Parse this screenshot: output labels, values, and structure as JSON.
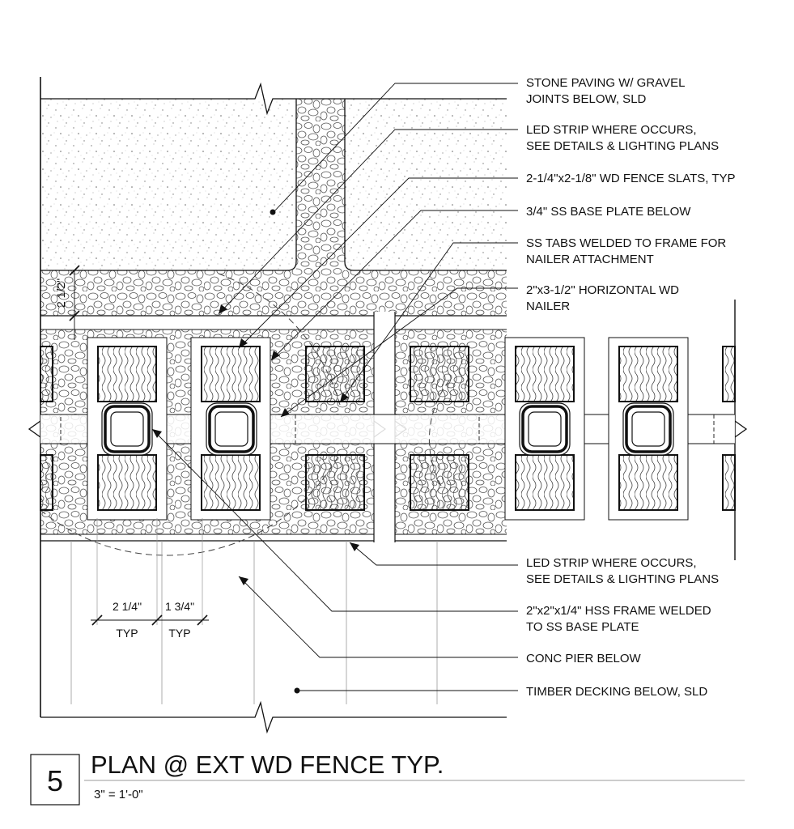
{
  "notes": {
    "stone_paving": [
      "STONE PAVING W/ GRAVEL",
      "JOINTS BELOW, SLD"
    ],
    "led_strip_top": [
      "LED STRIP WHERE OCCURS,",
      "SEE DETAILS & LIGHTING PLANS"
    ],
    "fence_slats": [
      "2-1/4\"x2-1/8\" WD FENCE SLATS, TYP"
    ],
    "base_plate": [
      "3/4\" SS BASE PLATE BELOW"
    ],
    "ss_tabs": [
      "SS TABS WELDED TO FRAME FOR",
      "NAILER ATTACHMENT"
    ],
    "nailer": [
      "2\"x3-1/2\" HORIZONTAL WD",
      "NAILER"
    ],
    "led_strip_bottom": [
      "LED STRIP WHERE OCCURS,",
      "SEE DETAILS & LIGHTING PLANS"
    ],
    "hss_frame": [
      "2\"x2\"x1/4\" HSS FRAME WELDED",
      "TO SS BASE PLATE"
    ],
    "conc_pier": [
      "CONC PIER BELOW"
    ],
    "timber_decking": [
      "TIMBER DECKING BELOW, SLD"
    ]
  },
  "dimensions": {
    "gap_vertical": "2 1/2\"",
    "slat_width": "2 1/4\"",
    "slat_spacing": "1 3/4\"",
    "typ": "TYP"
  },
  "title_block": {
    "number": "5",
    "title": "PLAN @ EXT WD FENCE TYP.",
    "scale": "3\" = 1'-0\""
  }
}
